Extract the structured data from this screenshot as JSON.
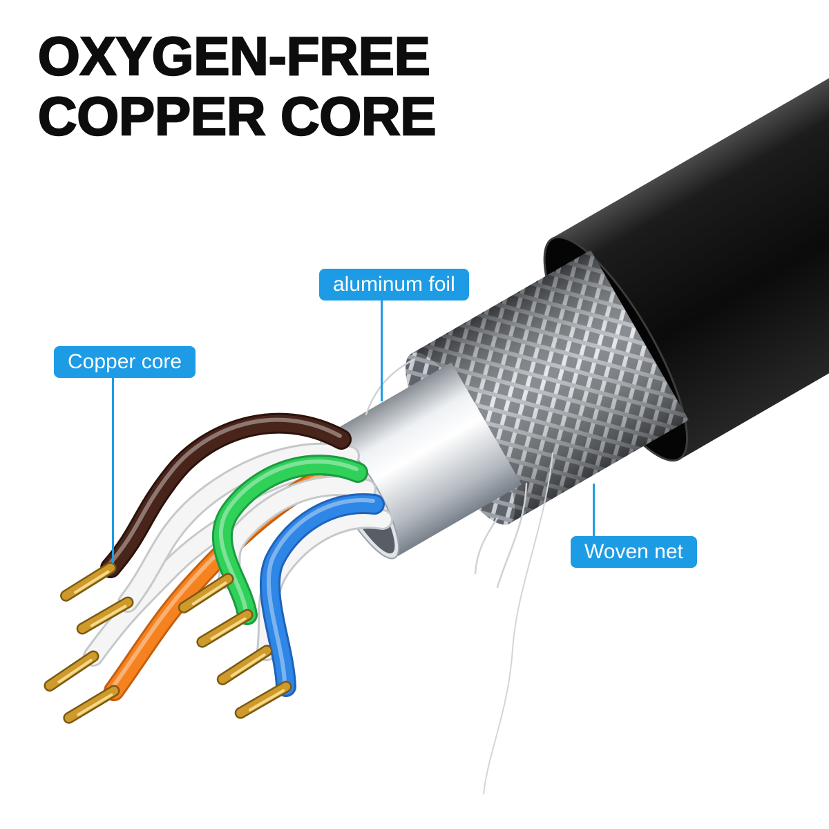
{
  "title": {
    "line1": "OXYGEN-FREE",
    "line2": "COPPER CORE"
  },
  "callouts": {
    "aluminum_foil": "aluminum foil",
    "copper_core": "Copper core",
    "woven_net": "Woven net"
  },
  "colors": {
    "page_bg": "#ffffff",
    "title_text": "#0d0d0d",
    "label_bg": "#1d9ce5",
    "label_text": "#ffffff",
    "copper": "#cf9a2c",
    "wire_brown": "#49241a",
    "wire_orange": "#f5821f",
    "wire_green": "#2fd159",
    "wire_blue": "#2e86e6",
    "wire_white": "#f5f5f5",
    "jacket": "#111111",
    "foil": "#e9edf1",
    "mesh": "#b9bfc6"
  }
}
